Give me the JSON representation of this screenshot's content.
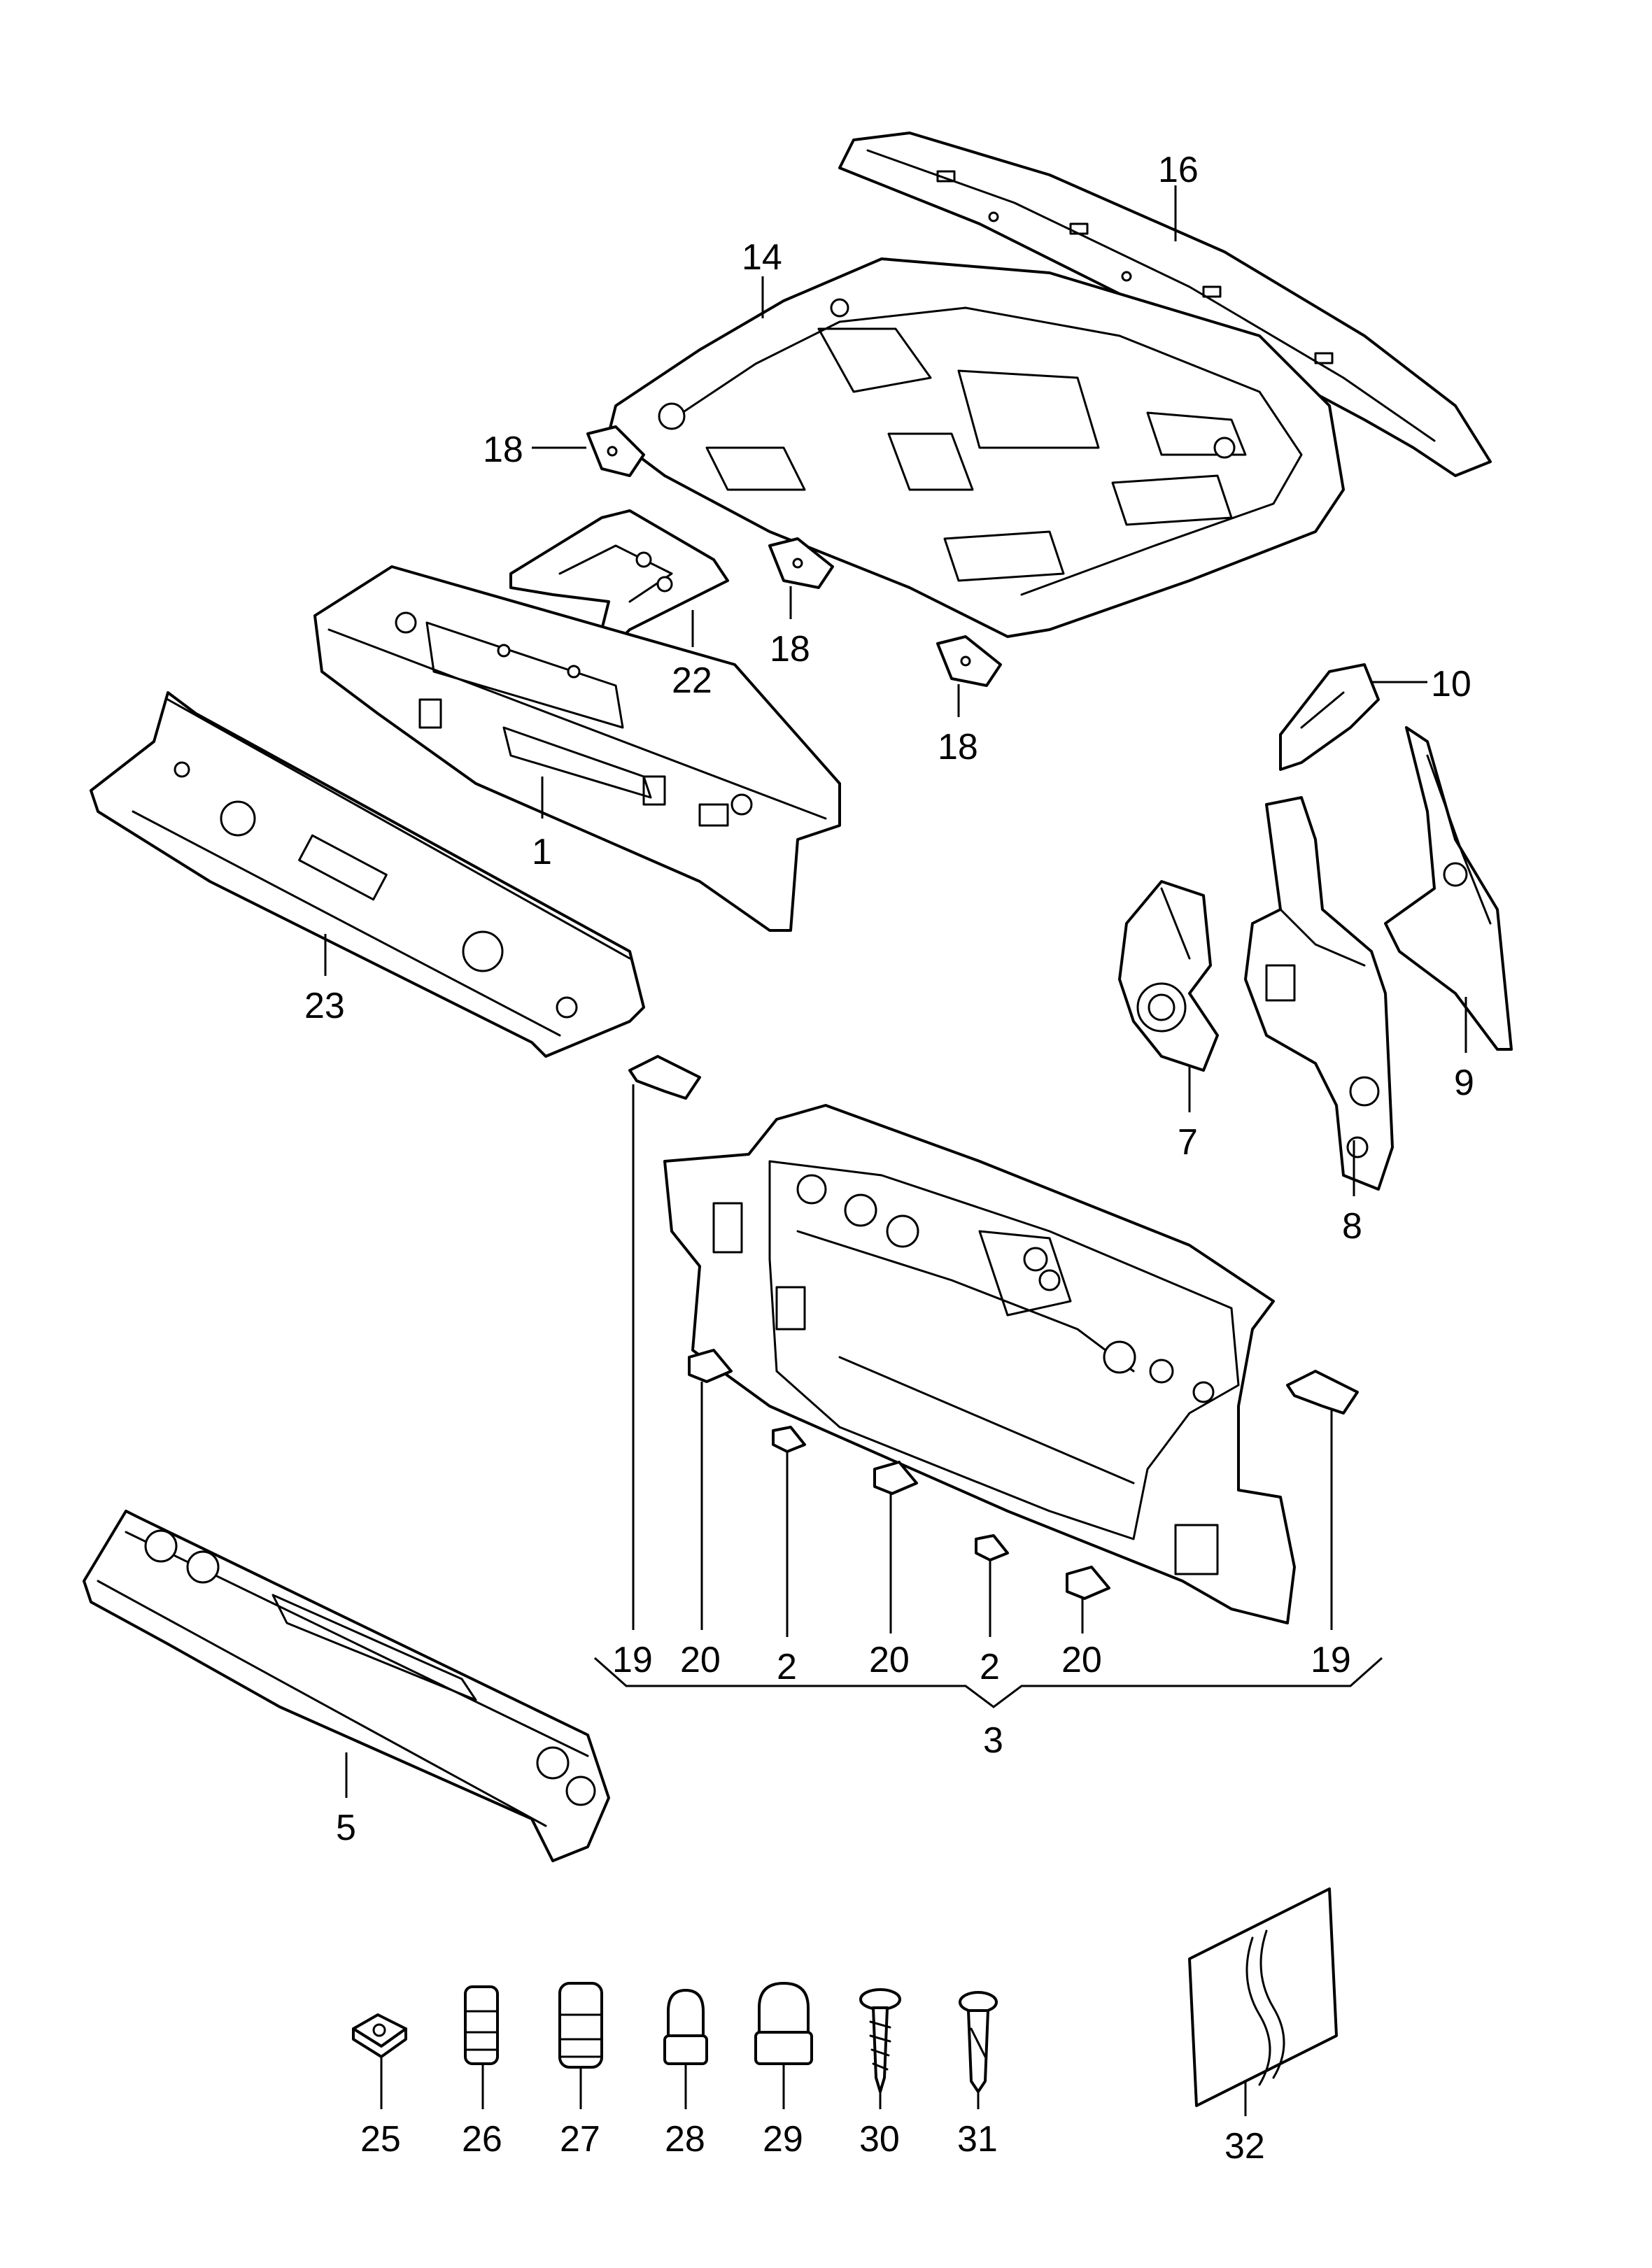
{
  "callouts": {
    "c16": "16",
    "c14": "14",
    "c18a": "18",
    "c18b": "18",
    "c18c": "18",
    "c22": "22",
    "c1": "1",
    "c10": "10",
    "c23": "23",
    "c7": "7",
    "c8": "8",
    "c9": "9",
    "c19a": "19",
    "c20a": "20",
    "c2a": "2",
    "c20b": "20",
    "c2b": "2",
    "c20c": "20",
    "c19b": "19",
    "c3": "3",
    "c5": "5",
    "c25": "25",
    "c26": "26",
    "c27": "27",
    "c28": "28",
    "c29": "29",
    "c30": "30",
    "c31": "31",
    "c32": "32"
  }
}
